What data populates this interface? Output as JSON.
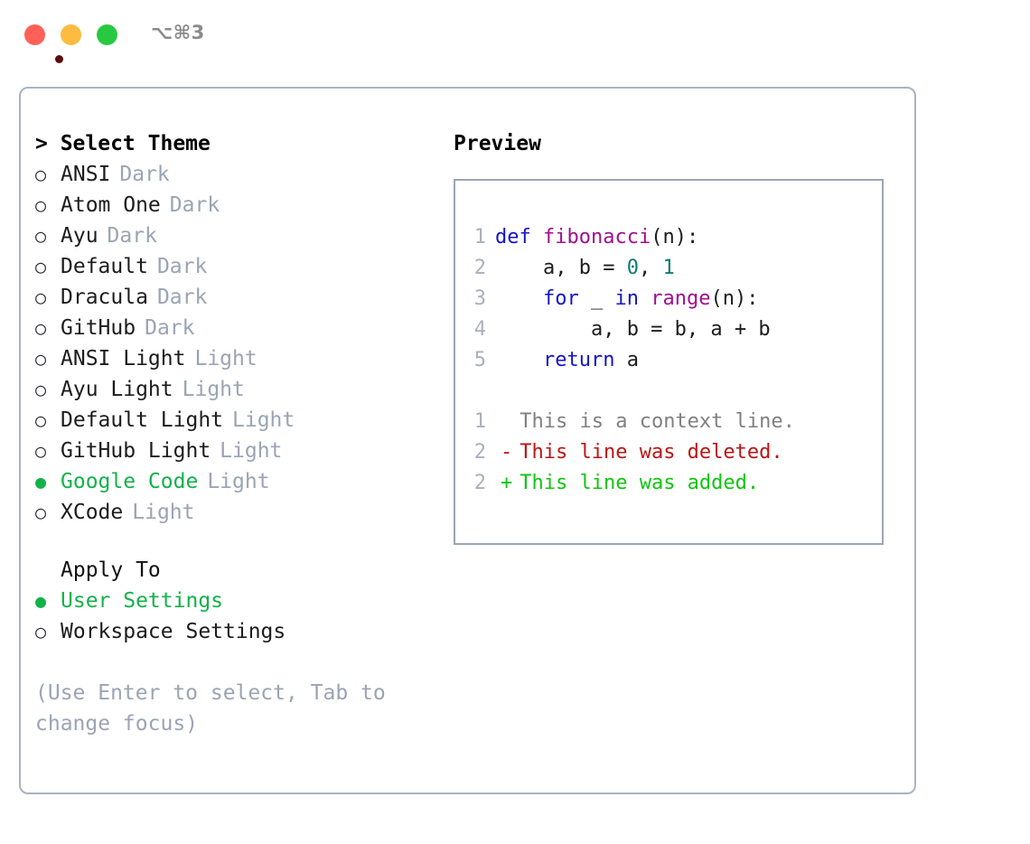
{
  "titlebar": {
    "shortcut": "⌥⌘3",
    "buttons": [
      {
        "name": "close",
        "color": "#ff6159"
      },
      {
        "name": "minimize",
        "color": "#fdbc40"
      },
      {
        "name": "maximize",
        "color": "#28c941"
      }
    ]
  },
  "theme_picker": {
    "header": "> Select Theme",
    "bullet_off": "○",
    "bullet_on": "●",
    "options": [
      {
        "label": "ANSI",
        "variant": "Dark",
        "selected": false
      },
      {
        "label": "Atom One",
        "variant": "Dark",
        "selected": false
      },
      {
        "label": "Ayu",
        "variant": "Dark",
        "selected": false
      },
      {
        "label": "Default",
        "variant": "Dark",
        "selected": false
      },
      {
        "label": "Dracula",
        "variant": "Dark",
        "selected": false
      },
      {
        "label": "GitHub",
        "variant": "Dark",
        "selected": false
      },
      {
        "label": "ANSI Light",
        "variant": "Light",
        "selected": false
      },
      {
        "label": "Ayu Light",
        "variant": "Light",
        "selected": false
      },
      {
        "label": "Default Light",
        "variant": "Light",
        "selected": false
      },
      {
        "label": "GitHub Light",
        "variant": "Light",
        "selected": false
      },
      {
        "label": "Google Code",
        "variant": "Light",
        "selected": true
      },
      {
        "label": "XCode",
        "variant": "Light",
        "selected": false
      }
    ]
  },
  "apply_to": {
    "header": "Apply To",
    "options": [
      {
        "label": "User Settings",
        "selected": true
      },
      {
        "label": "Workspace Settings",
        "selected": false
      }
    ]
  },
  "hint": "(Use Enter to select, Tab to change focus)",
  "preview": {
    "title": "Preview",
    "code_lines": [
      {
        "num": "1",
        "tokens": [
          {
            "t": "def ",
            "c": "kw"
          },
          {
            "t": "fibonacci",
            "c": "fn"
          },
          {
            "t": "(n):",
            "c": "pl"
          }
        ]
      },
      {
        "num": "2",
        "tokens": [
          {
            "t": "    a, b = ",
            "c": "pl"
          },
          {
            "t": "0",
            "c": "num"
          },
          {
            "t": ", ",
            "c": "pl"
          },
          {
            "t": "1",
            "c": "num"
          }
        ]
      },
      {
        "num": "3",
        "tokens": [
          {
            "t": "    ",
            "c": "pl"
          },
          {
            "t": "for",
            "c": "kw"
          },
          {
            "t": " _ ",
            "c": "pl"
          },
          {
            "t": "in",
            "c": "kw"
          },
          {
            "t": " ",
            "c": "pl"
          },
          {
            "t": "range",
            "c": "fn"
          },
          {
            "t": "(n):",
            "c": "pl"
          }
        ]
      },
      {
        "num": "4",
        "tokens": [
          {
            "t": "        a, b = b, a + b",
            "c": "pl"
          }
        ]
      },
      {
        "num": "5",
        "tokens": [
          {
            "t": "    ",
            "c": "pl"
          },
          {
            "t": "return",
            "c": "kw"
          },
          {
            "t": " a",
            "c": "pl"
          }
        ]
      }
    ],
    "diff_lines": [
      {
        "num": "1",
        "marker": " ",
        "text": "This is a context line.",
        "kind": "ctx"
      },
      {
        "num": "2",
        "marker": "-",
        "text": "This line was deleted.",
        "kind": "del"
      },
      {
        "num": "2",
        "marker": "+",
        "text": "This line was added.",
        "kind": "add"
      }
    ]
  },
  "colors": {
    "accent_green": "#12b24a",
    "muted": "#9aa4b4",
    "border": "#aab3c0",
    "preview_border": "#9aa5b5",
    "keyword": "#1414c8",
    "function": "#a01090",
    "number": "#0d7b74",
    "diff_context": "#808080",
    "diff_deleted": "#bb1515",
    "diff_added": "#11c411"
  }
}
